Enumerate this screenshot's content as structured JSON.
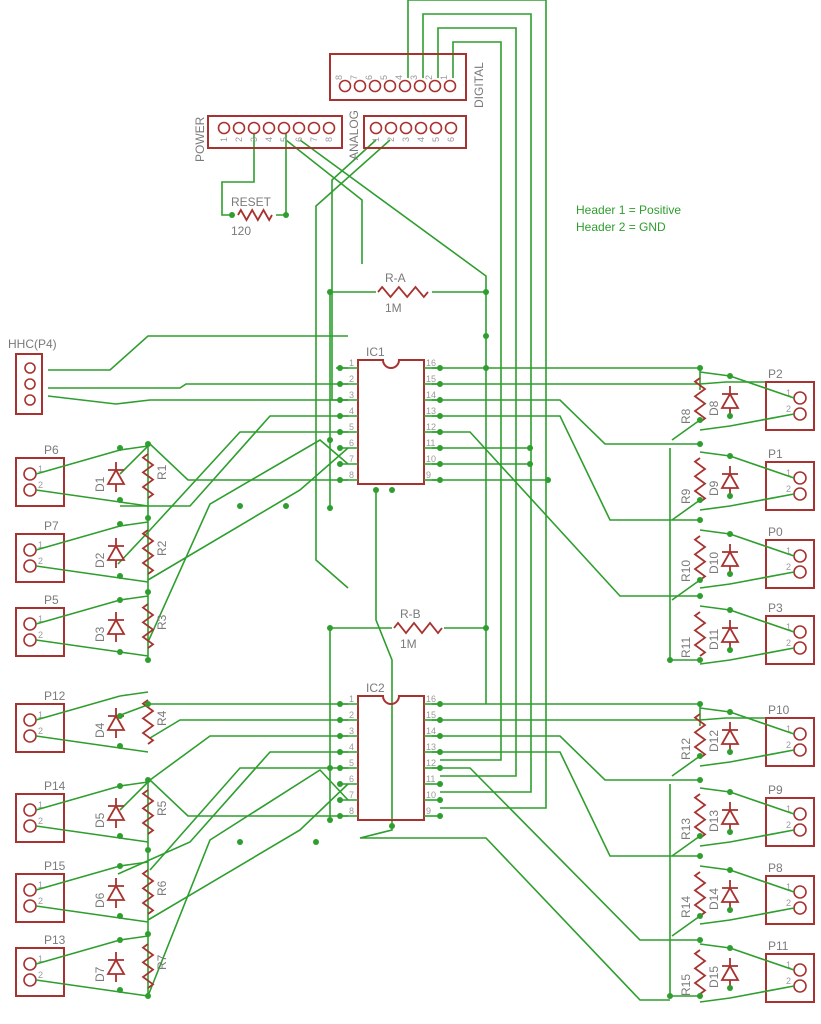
{
  "headers": {
    "digital": {
      "label": "DIGITAL",
      "pins": [
        "8",
        "7",
        "6",
        "5",
        "4",
        "3",
        "2",
        "1"
      ]
    },
    "power": {
      "label": "POWER",
      "pins": [
        "1",
        "2",
        "3",
        "4",
        "5",
        "6",
        "7",
        "8"
      ]
    },
    "analog": {
      "label": "ANALOG",
      "pins": [
        "1",
        "2",
        "3",
        "4",
        "5",
        "6"
      ]
    }
  },
  "reset": {
    "name": "RESET",
    "value": "120"
  },
  "ra": {
    "name": "R-A",
    "value": "1M"
  },
  "rb": {
    "name": "R-B",
    "value": "1M"
  },
  "ic1": {
    "name": "IC1",
    "left_pins": [
      "1",
      "2",
      "3",
      "4",
      "5",
      "6",
      "7",
      "8"
    ],
    "right_pins": [
      "16",
      "15",
      "14",
      "13",
      "12",
      "11",
      "10",
      "9"
    ]
  },
  "ic2": {
    "name": "IC2",
    "left_pins": [
      "1",
      "2",
      "3",
      "4",
      "5",
      "6",
      "7",
      "8"
    ],
    "right_pins": [
      "16",
      "15",
      "14",
      "13",
      "12",
      "11",
      "10",
      "9"
    ]
  },
  "hhc": {
    "label": "HHC(P4)"
  },
  "notes": {
    "line1": "Header 1 = Positive",
    "line2": "Header 2 = GND"
  },
  "left_blocks": [
    {
      "port": "P6",
      "diode": "D1",
      "res": "R1"
    },
    {
      "port": "P7",
      "diode": "D2",
      "res": "R2"
    },
    {
      "port": "P5",
      "diode": "D3",
      "res": "R3"
    },
    {
      "port": "P12",
      "diode": "D4",
      "res": "R4"
    },
    {
      "port": "P14",
      "diode": "D5",
      "res": "R5"
    },
    {
      "port": "P15",
      "diode": "D6",
      "res": "R6"
    },
    {
      "port": "P13",
      "diode": "D7",
      "res": "R7"
    }
  ],
  "right_blocks": [
    {
      "port": "P2",
      "diode": "D8",
      "res": "R8"
    },
    {
      "port": "P1",
      "diode": "D9",
      "res": "R9"
    },
    {
      "port": "P0",
      "diode": "D10",
      "res": "R10"
    },
    {
      "port": "P3",
      "diode": "D11",
      "res": "R11"
    },
    {
      "port": "P10",
      "diode": "D12",
      "res": "R12"
    },
    {
      "port": "P9",
      "diode": "D13",
      "res": "R13"
    },
    {
      "port": "P8",
      "diode": "D14",
      "res": "R14"
    },
    {
      "port": "P11",
      "diode": "D15",
      "res": "R15"
    }
  ],
  "pin_numbers": {
    "one": "1",
    "two": "2"
  }
}
